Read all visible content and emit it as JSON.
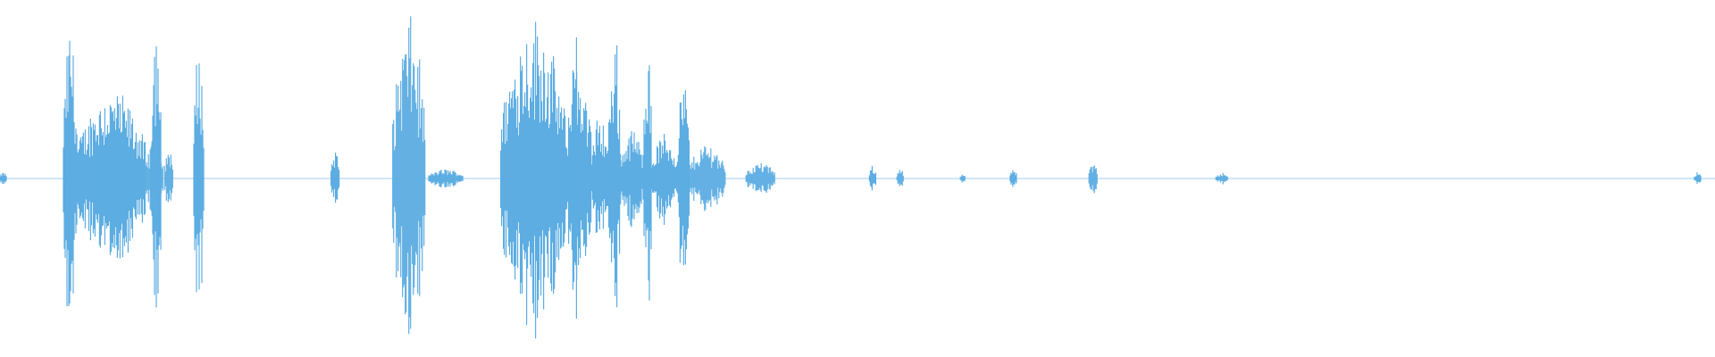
{
  "waveform": {
    "color": "#5DADE2",
    "baseline_amplitude": 0.01,
    "segments": [
      {
        "start": 0.0,
        "end": 0.004,
        "amplitude": 0.04
      },
      {
        "start": 0.037,
        "end": 0.045,
        "amplitude": 0.95
      },
      {
        "start": 0.045,
        "end": 0.085,
        "amplitude": 0.55
      },
      {
        "start": 0.085,
        "end": 0.095,
        "amplitude": 0.25
      },
      {
        "start": 0.088,
        "end": 0.094,
        "amplitude": 1.0
      },
      {
        "start": 0.096,
        "end": 0.101,
        "amplitude": 0.2
      },
      {
        "start": 0.113,
        "end": 0.119,
        "amplitude": 0.85
      },
      {
        "start": 0.193,
        "end": 0.198,
        "amplitude": 0.18
      },
      {
        "start": 0.229,
        "end": 0.248,
        "amplitude": 1.0
      },
      {
        "start": 0.25,
        "end": 0.27,
        "amplitude": 0.06
      },
      {
        "start": 0.292,
        "end": 0.33,
        "amplitude": 1.0
      },
      {
        "start": 0.33,
        "end": 0.345,
        "amplitude": 0.7
      },
      {
        "start": 0.333,
        "end": 0.338,
        "amplitude": 1.0
      },
      {
        "start": 0.345,
        "end": 0.355,
        "amplitude": 0.4
      },
      {
        "start": 0.355,
        "end": 0.362,
        "amplitude": 0.92
      },
      {
        "start": 0.362,
        "end": 0.375,
        "amplitude": 0.32
      },
      {
        "start": 0.375,
        "end": 0.38,
        "amplitude": 0.95
      },
      {
        "start": 0.38,
        "end": 0.395,
        "amplitude": 0.28
      },
      {
        "start": 0.395,
        "end": 0.402,
        "amplitude": 0.65
      },
      {
        "start": 0.402,
        "end": 0.423,
        "amplitude": 0.22
      },
      {
        "start": 0.435,
        "end": 0.452,
        "amplitude": 0.1
      },
      {
        "start": 0.507,
        "end": 0.511,
        "amplitude": 0.08
      },
      {
        "start": 0.523,
        "end": 0.527,
        "amplitude": 0.08
      },
      {
        "start": 0.56,
        "end": 0.563,
        "amplitude": 0.03
      },
      {
        "start": 0.589,
        "end": 0.593,
        "amplitude": 0.06
      },
      {
        "start": 0.635,
        "end": 0.64,
        "amplitude": 0.1
      },
      {
        "start": 0.709,
        "end": 0.716,
        "amplitude": 0.04
      },
      {
        "start": 0.988,
        "end": 0.992,
        "amplitude": 0.04
      }
    ]
  }
}
